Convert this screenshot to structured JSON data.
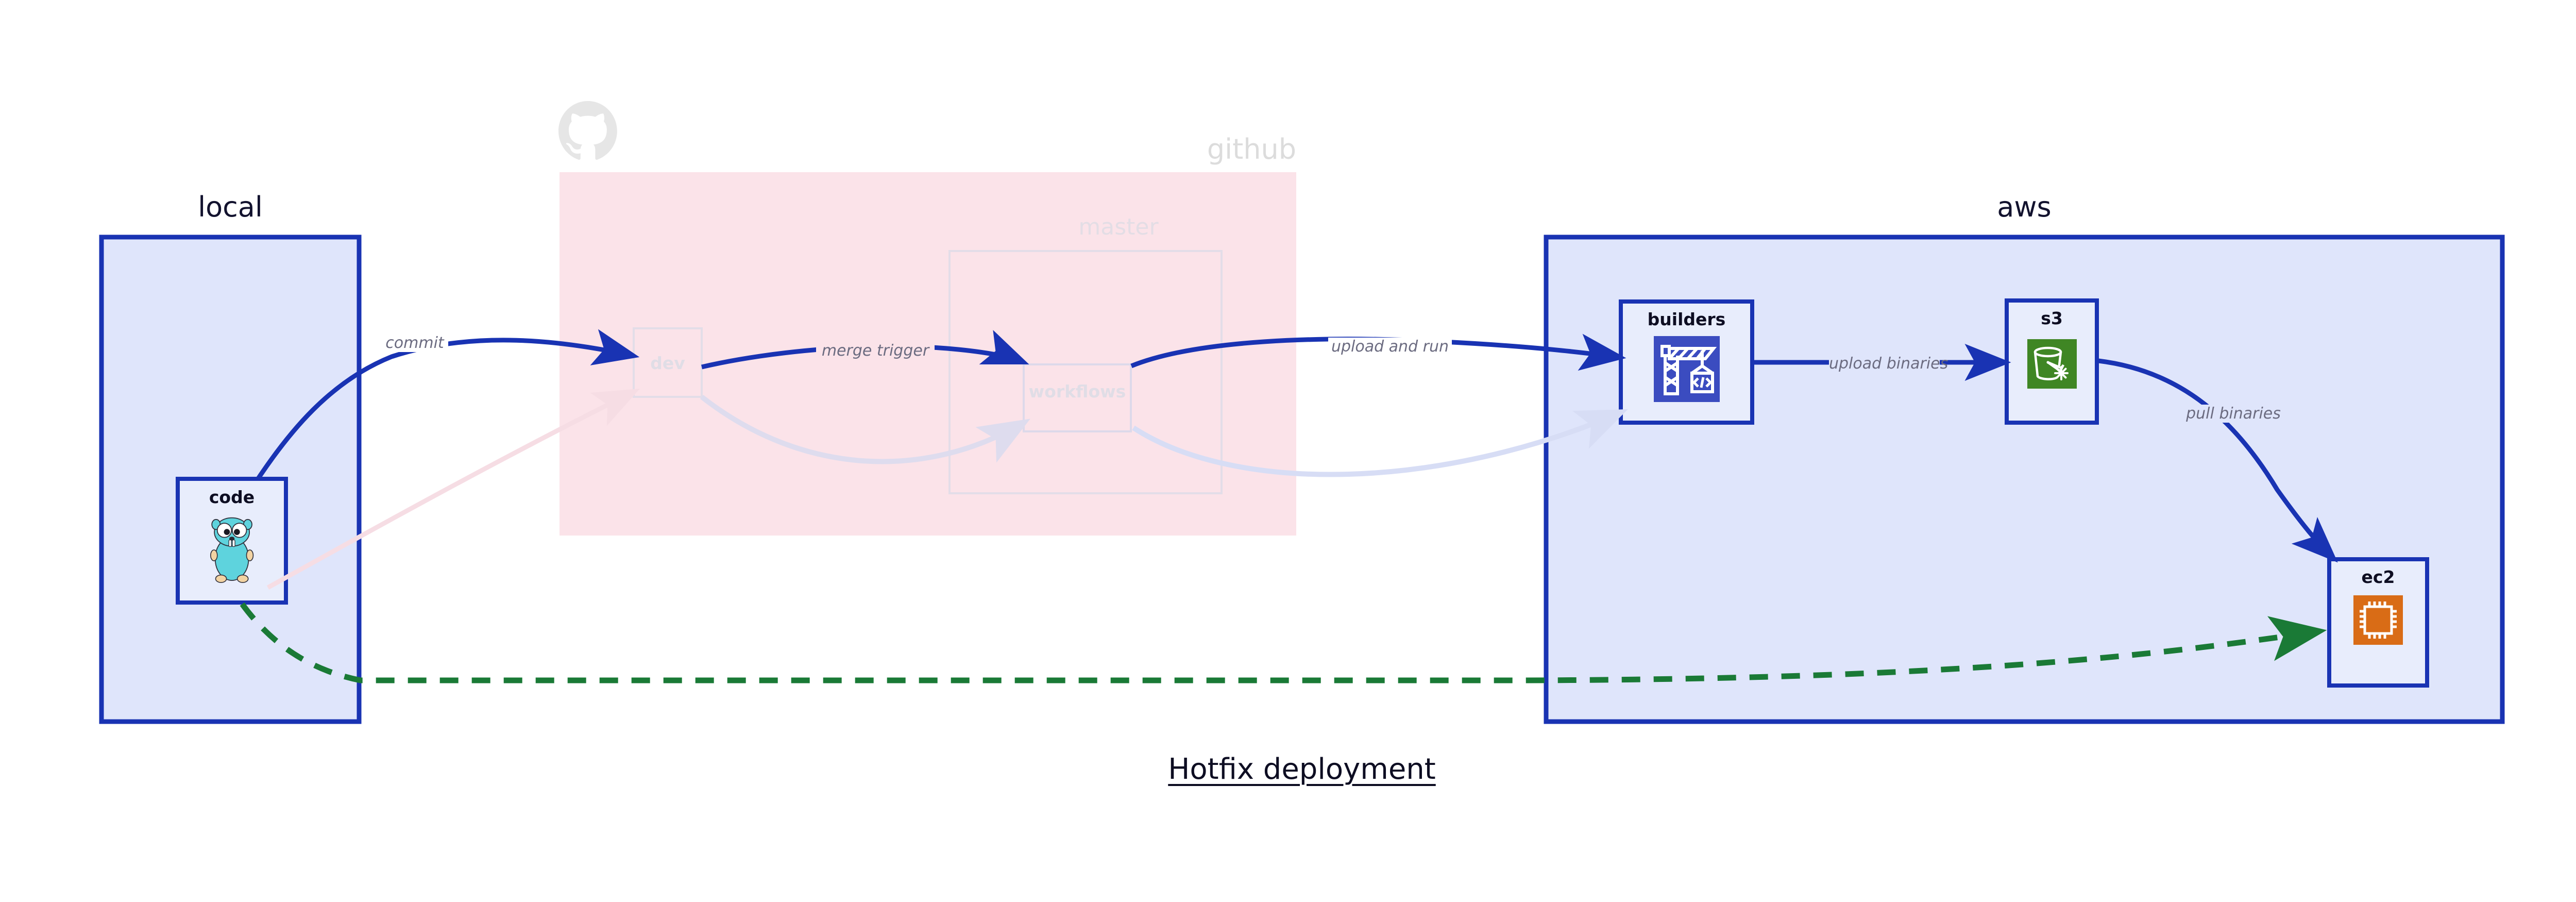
{
  "diagram": {
    "title": "Hotfix deployment",
    "background": "#ffffff",
    "accent_blue": "#1933b3",
    "accent_green": "#1a7a36",
    "node_fill": "#e8edfc",
    "local_fill": "#dfe5fb",
    "github_fill": "#fbe3e9",
    "aws_fill": "#dfe5fb"
  },
  "clusters": [
    {
      "id": "local",
      "label": "local",
      "faded": false
    },
    {
      "id": "github",
      "label": "github",
      "faded": true
    },
    {
      "id": "aws",
      "label": "aws",
      "faded": false
    }
  ],
  "subclusters": [
    {
      "id": "master",
      "label": "master",
      "parent": "github",
      "faded": true
    }
  ],
  "nodes": [
    {
      "id": "code",
      "label": "code",
      "icon": "go-gopher-icon",
      "cluster": "local",
      "faded": false
    },
    {
      "id": "dev",
      "label": "dev",
      "icon": "none",
      "cluster": "github",
      "faded": true
    },
    {
      "id": "workflows",
      "label": "workflows",
      "icon": "none",
      "cluster": "master",
      "faded": true
    },
    {
      "id": "builders",
      "label": "builders",
      "icon": "aws-builder-icon",
      "cluster": "aws",
      "faded": false
    },
    {
      "id": "s3",
      "label": "s3",
      "icon": "aws-s3-icon",
      "cluster": "aws",
      "faded": false
    },
    {
      "id": "ec2",
      "label": "ec2",
      "icon": "aws-ec2-icon",
      "cluster": "aws",
      "faded": false
    }
  ],
  "edges": [
    {
      "id": "e1",
      "from": "code",
      "to": "dev",
      "label": "commit",
      "style": "solid",
      "color": "#1933b3",
      "faded": false
    },
    {
      "id": "e2",
      "from": "dev",
      "to": "workflows",
      "label": "merge trigger",
      "style": "solid",
      "color": "#1933b3",
      "faded": false
    },
    {
      "id": "e3",
      "from": "workflows",
      "to": "builders",
      "label": "upload and run",
      "style": "solid",
      "color": "#1933b3",
      "faded": false
    },
    {
      "id": "e4",
      "from": "builders",
      "to": "s3",
      "label": "upload binaries",
      "style": "solid",
      "color": "#1933b3",
      "faded": false
    },
    {
      "id": "e5",
      "from": "s3",
      "to": "ec2",
      "label": "pull binaries",
      "style": "solid",
      "color": "#1933b3",
      "faded": false
    },
    {
      "id": "e6",
      "from": "code",
      "to": "ec2",
      "label": "",
      "style": "dashed",
      "color": "#1a7a36",
      "faded": false
    },
    {
      "id": "e7",
      "from": "code",
      "to": "dev",
      "label": "",
      "style": "solid",
      "color": "#fbe3e9",
      "faded": true
    },
    {
      "id": "e8",
      "from": "dev",
      "to": "workflows",
      "label": "",
      "style": "solid",
      "color": "#e0dff0",
      "faded": true
    },
    {
      "id": "e9",
      "from": "workflows",
      "to": "builders",
      "label": "",
      "style": "solid",
      "color": "#dfe3f7",
      "faded": true
    }
  ],
  "icons": {
    "github_logo": "github-octocat-icon",
    "go_gopher": "go-gopher-icon",
    "builders": "aws-builder-crane-icon",
    "s3": "aws-s3-bucket-icon",
    "ec2": "aws-ec2-chip-icon"
  },
  "labels": {
    "local": "local",
    "github": "github",
    "aws": "aws",
    "master": "master",
    "code": "code",
    "dev": "dev",
    "workflows": "workflows",
    "builders": "builders",
    "s3": "s3",
    "ec2": "ec2",
    "commit": "commit",
    "merge_trigger": "merge trigger",
    "upload_and_run": "upload and run",
    "upload_binaries": "upload binaries",
    "pull_binaries": "pull binaries",
    "title": "Hotfix deployment"
  }
}
